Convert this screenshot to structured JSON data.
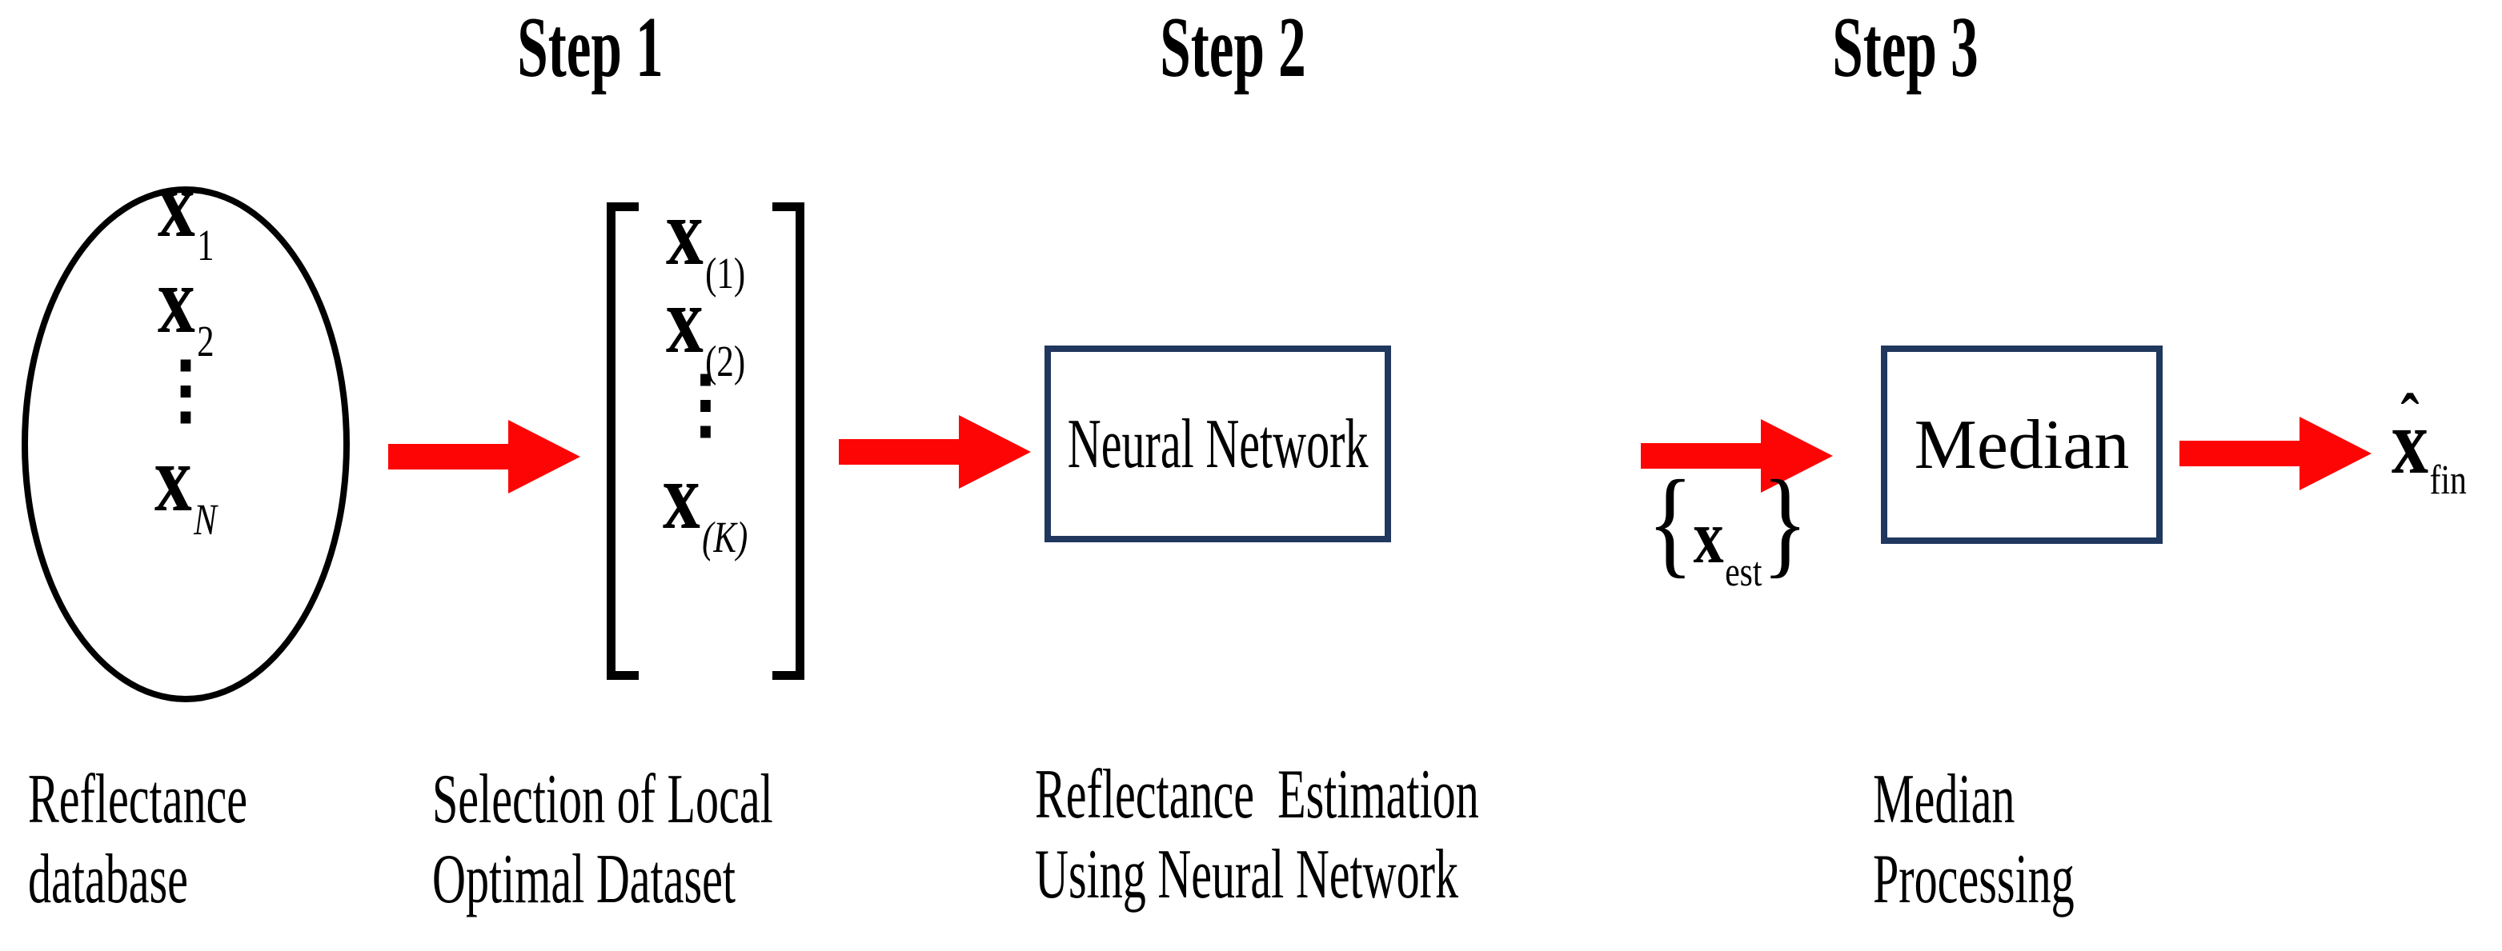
{
  "figure": {
    "step_headers": [
      {
        "label": "Step 1"
      },
      {
        "label": "Step 2"
      },
      {
        "label": "Step 3"
      }
    ],
    "database": {
      "entries": [
        {
          "base": "x",
          "sub": "1"
        },
        {
          "base": "x",
          "sub": "2"
        },
        {
          "dots": "⋮"
        },
        {
          "base": "x",
          "sub": "N"
        }
      ],
      "caption_line1": "Reflectance",
      "caption_line2": "database"
    },
    "selection": {
      "entries": [
        {
          "base": "x",
          "sub": "(1)"
        },
        {
          "base": "x",
          "sub": "(2)"
        },
        {
          "dots": "⋮"
        },
        {
          "base": "x",
          "sub": "(K)"
        }
      ],
      "caption_line1": "Selection of Local",
      "caption_line2": "Optimal Dataset"
    },
    "neural_network": {
      "label": "Neural Network",
      "caption_line1": "Reflectance  Estimation",
      "caption_line2": "Using Neural Network"
    },
    "median": {
      "label": "Median",
      "caption_line1": "Median",
      "caption_line2": "Processing"
    },
    "estimates": {
      "open_brace": "{",
      "base": "x",
      "sub": "est",
      "close_brace": "}"
    },
    "output": {
      "base": "x",
      "hat": "ˆ",
      "sub": "fin"
    },
    "colors": {
      "arrow": "#fe0505",
      "box_border": "#20375e",
      "ellipse_border": "#000000",
      "text": "#000000"
    }
  }
}
